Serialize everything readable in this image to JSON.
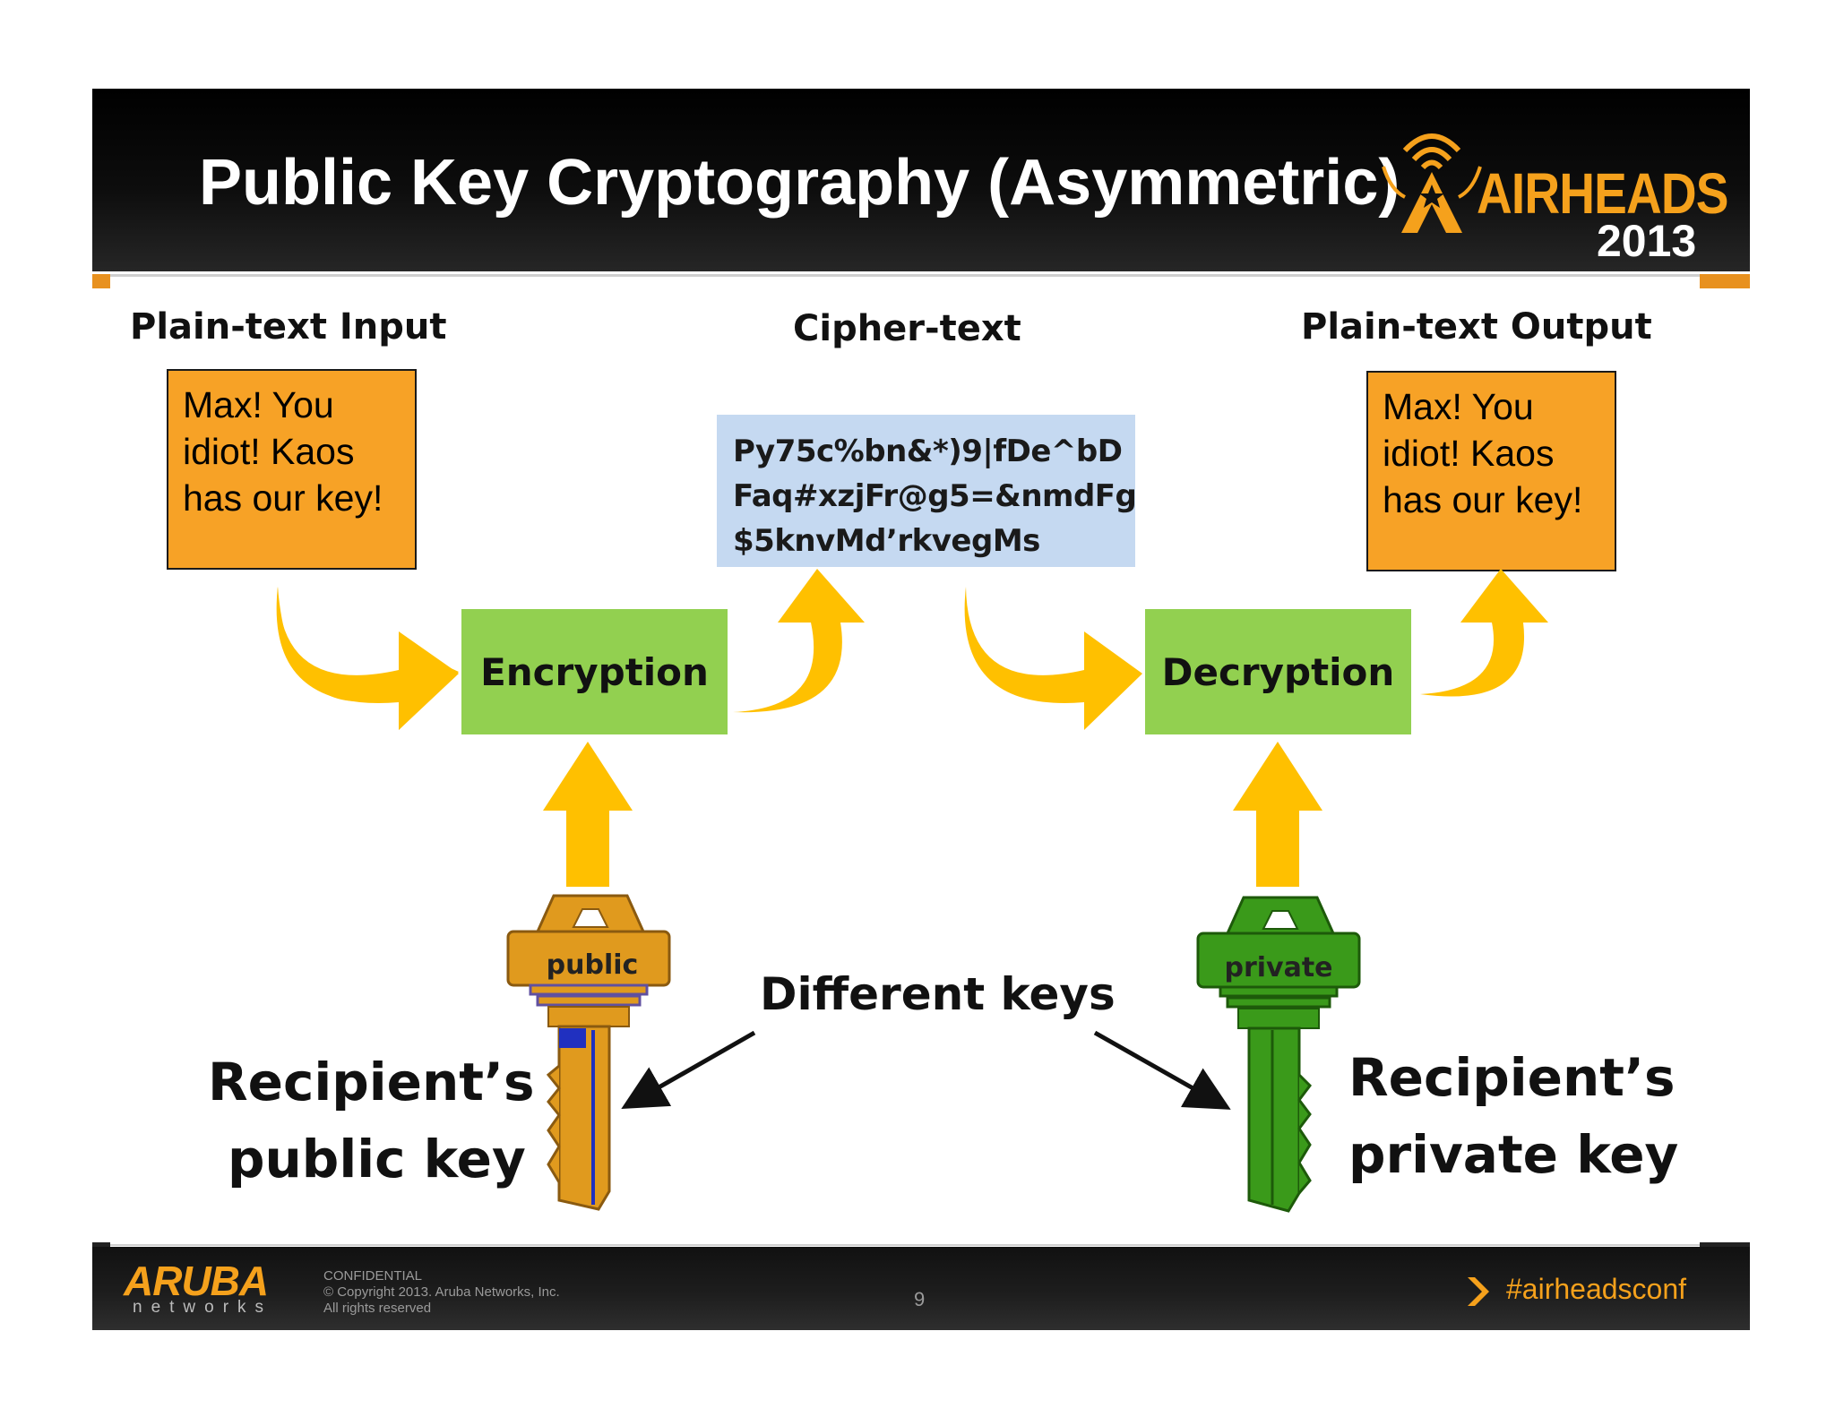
{
  "slide": {
    "title": "Public Key Cryptography (Asymmetric)",
    "brand": {
      "name": "AIRHEADS",
      "year": "2013"
    }
  },
  "columns": {
    "input_label": "Plain-text Input",
    "cipher_label": "Cipher-text",
    "output_label": "Plain-text Output"
  },
  "messages": {
    "input": "Max!  You\nidiot! Kaos\nhas our key!",
    "output": "Max!  You\nidiot! Kaos\nhas our key!"
  },
  "cipher_lines": [
    "Py75c%bn&*)9|fDe^bD",
    "Faq#xzjFr@g5=&nmdFg",
    "$5knvMd’rkvegMs"
  ],
  "process": {
    "encryption": "Encryption",
    "decryption": "Decryption"
  },
  "keys": {
    "public_tag": "public",
    "private_tag": "private",
    "different_keys": "Different keys",
    "public_caption": [
      "Recipient’s",
      "public key"
    ],
    "private_caption": [
      "Recipient’s",
      "private key"
    ]
  },
  "colors": {
    "arrow": "#ffc000",
    "process_box": "#92d050",
    "message_box": "#f7a226",
    "cipher_box": "#c5d9f1",
    "public_key": "#e09a1e",
    "private_key": "#3a9a1a",
    "brand_orange": "#f5a11c"
  },
  "footer": {
    "company": "ARUBA",
    "company_sub": "networks",
    "confidential": "CONFIDENTIAL",
    "copyright": "© Copyright 2013. Aruba Networks, Inc.",
    "rights": "All rights reserved",
    "page_number": "9",
    "hashtag": "#airheadsconf"
  }
}
